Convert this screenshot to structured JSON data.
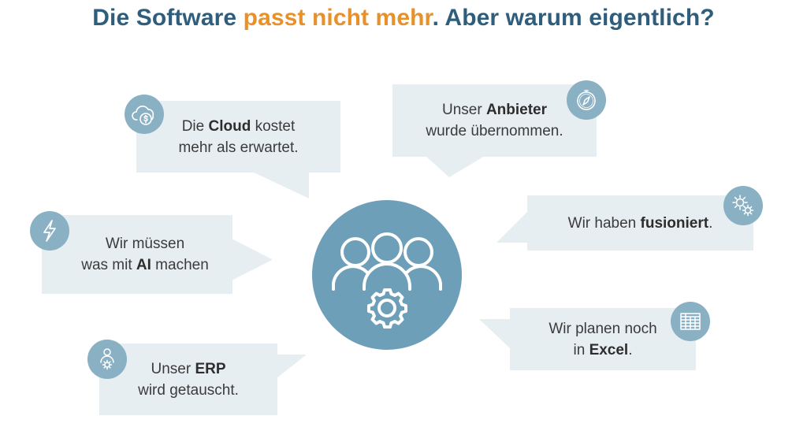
{
  "title": {
    "part1": "Die Software ",
    "accent": "passt nicht mehr",
    "part2": ". Aber warum eigentlich?"
  },
  "colors": {
    "title": "#2f5d7c",
    "accent": "#e8912a",
    "bubble_bg": "#e7eef2",
    "icon_bg": "#8ab0c3",
    "center_bg": "#6e9fb9"
  },
  "bubbles": {
    "cloud": {
      "pre1": "Die ",
      "bold1": "Cloud",
      "post1": " kostet",
      "line2": "mehr als erwartet.",
      "icon": "cloud-dollar-icon"
    },
    "anbieter": {
      "pre1": "Unser ",
      "bold1": "Anbieter",
      "line2": "wurde übernommen.",
      "icon": "compass-icon"
    },
    "ai": {
      "line1": "Wir müssen",
      "pre2": "was mit ",
      "bold2": "AI",
      "post2": " machen",
      "icon": "lightning-icon"
    },
    "fusion": {
      "pre1": "Wir haben ",
      "bold1": "fusioniert",
      "post1": ".",
      "icon": "gears-icon"
    },
    "erp": {
      "pre1": "Unser ",
      "bold1": "ERP",
      "line2": "wird getauscht.",
      "icon": "user-gear-icon"
    },
    "excel": {
      "line1": "Wir planen noch",
      "pre2": "in ",
      "bold2": "Excel",
      "post2": ".",
      "icon": "spreadsheet-icon"
    }
  },
  "center": {
    "icon": "team-gear-icon"
  }
}
